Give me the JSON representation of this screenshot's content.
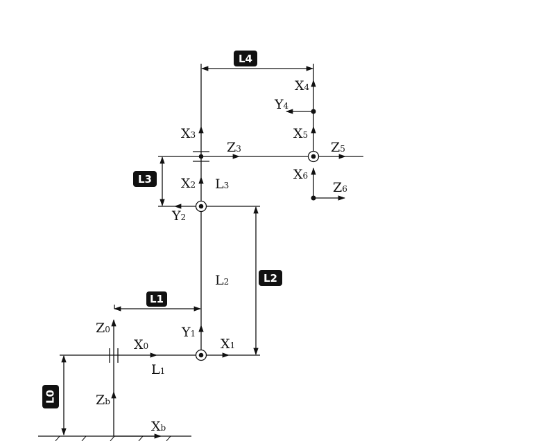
{
  "tags": {
    "L0": "L0",
    "L1": "L1",
    "L2": "L2",
    "L3": "L3",
    "L4": "L4"
  },
  "axes": {
    "zb": {
      "main": "Z",
      "sub": "b"
    },
    "xb": {
      "main": "X",
      "sub": "b"
    },
    "z0": {
      "main": "Z",
      "sub": "0"
    },
    "x0": {
      "main": "X",
      "sub": "0"
    },
    "y1": {
      "main": "Y",
      "sub": "1"
    },
    "x1": {
      "main": "X",
      "sub": "1"
    },
    "y2": {
      "main": "Y",
      "sub": "2"
    },
    "x2": {
      "main": "X",
      "sub": "2"
    },
    "x3": {
      "main": "X",
      "sub": "3"
    },
    "z3": {
      "main": "Z",
      "sub": "3"
    },
    "x4": {
      "main": "X",
      "sub": "4"
    },
    "y4": {
      "main": "Y",
      "sub": "4"
    },
    "x5": {
      "main": "X",
      "sub": "5"
    },
    "z5": {
      "main": "Z",
      "sub": "5"
    },
    "x6": {
      "main": "X",
      "sub": "6"
    },
    "z6": {
      "main": "Z",
      "sub": "6"
    }
  },
  "links": {
    "l1": {
      "main": "L",
      "sub": "1"
    },
    "l2": {
      "main": "L",
      "sub": "2"
    },
    "l3": {
      "main": "L",
      "sub": "3"
    }
  }
}
